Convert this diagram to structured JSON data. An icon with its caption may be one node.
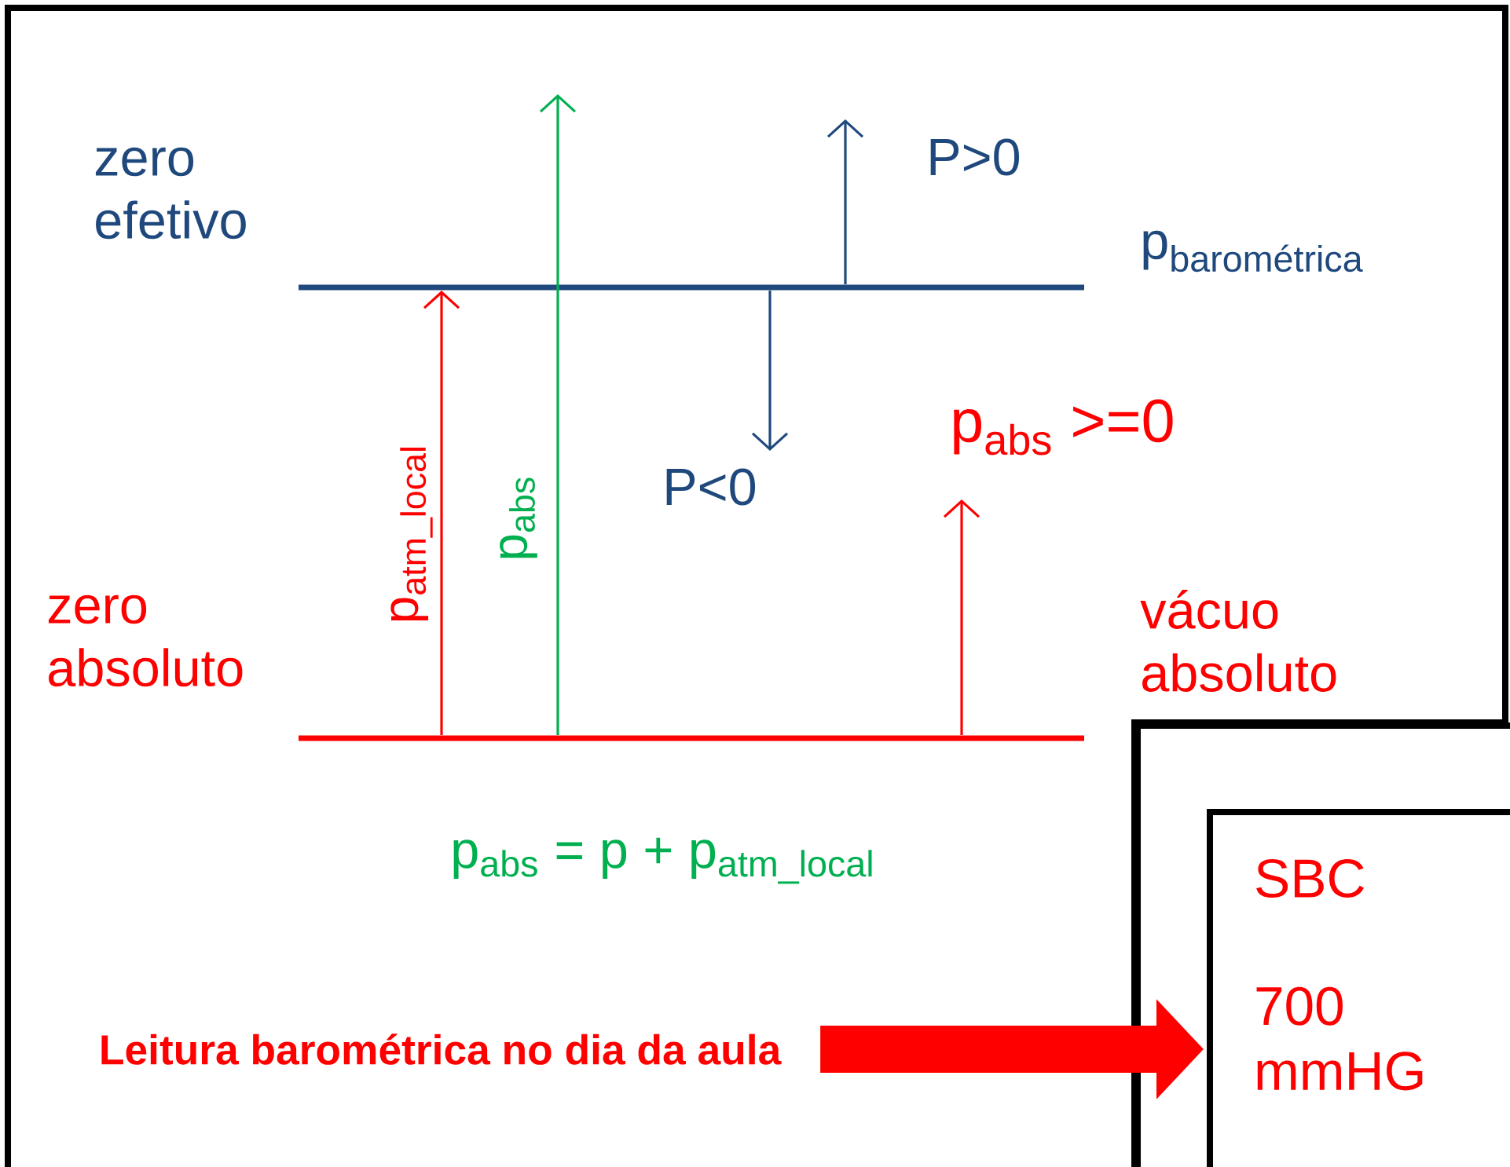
{
  "diagram": {
    "nodes": [
      {
        "text": [],
        "shape": "bar",
        "beside": [
          "zero efetivo",
          "\\text{p}_{\\text{barométrica}}"
        ]
      },
      {
        "text": [],
        "shape": "bar",
        "beside": [
          "zero absoluto",
          "vácuo absoluto"
        ]
      },
      {
        "text": [
          "Leitura barométrica no dia da aula"
        ]
      },
      {
        "text": [
          "SBC",
          "700 mmHG"
        ]
      }
    ],
    "edges": [
      {
        "from": 1,
        "to": 0,
        "arrow": "to",
        "color": "#ff0000",
        "label": "p$_{atm_local}$"
      },
      {
        "from": 1,
        "to": null,
        "arrow": "to",
        "color": "#00b050",
        "label": "p$_{abs}$"
      },
      {
        "from": 0,
        "to": null,
        "arrow": "to",
        "color": "#1f497d",
        "label": "P>0"
      },
      {
        "from": 0,
        "to": null,
        "arrow": "to",
        "color": "#1f497d",
        "label": "P<0"
      },
      {
        "from": 1,
        "to": null,
        "arrow": "to",
        "color": "#ff0000",
        "label": "p$_{abs}$ >=0"
      },
      {
        "from": 2,
        "to": 3,
        "arrow": "to",
        "color": "#ff0000",
        "style": "thick"
      }
    ],
    "labels": [
      "p$_{abs}$ = p + p$_{atm_local}$"
    ]
  }
}
